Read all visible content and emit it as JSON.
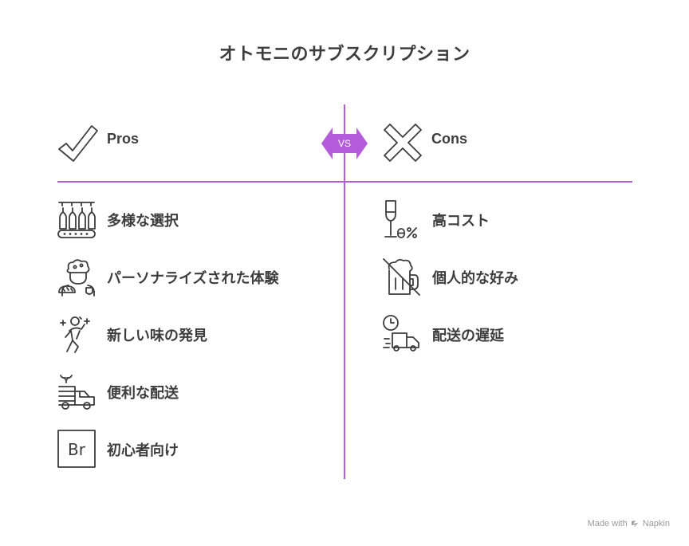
{
  "title": "オトモニのサブスクリプション",
  "vs_label": "VS",
  "pros": {
    "heading": "Pros",
    "icon": "checkmark-icon",
    "items": [
      {
        "label": "多様な選択",
        "icon": "bottles-conveyor-icon"
      },
      {
        "label": "パーソナライズされた体験",
        "icon": "chef-bread-icon"
      },
      {
        "label": "新しい味の発見",
        "icon": "celebrating-person-icon"
      },
      {
        "label": "便利な配送",
        "icon": "livestock-truck-icon"
      },
      {
        "label": "初心者向け",
        "icon": "br-box-icon"
      }
    ]
  },
  "cons": {
    "heading": "Cons",
    "icon": "cross-icon",
    "items": [
      {
        "label": "高コスト",
        "icon": "wine-glass-percent-icon"
      },
      {
        "label": "個人的な好み",
        "icon": "no-beer-icon"
      },
      {
        "label": "配送の遅延",
        "icon": "clock-truck-icon"
      }
    ]
  },
  "footer": {
    "made_with": "Made with",
    "brand": "Napkin"
  },
  "colors": {
    "accent": "#b45cdb",
    "text": "#3d3d3d"
  }
}
